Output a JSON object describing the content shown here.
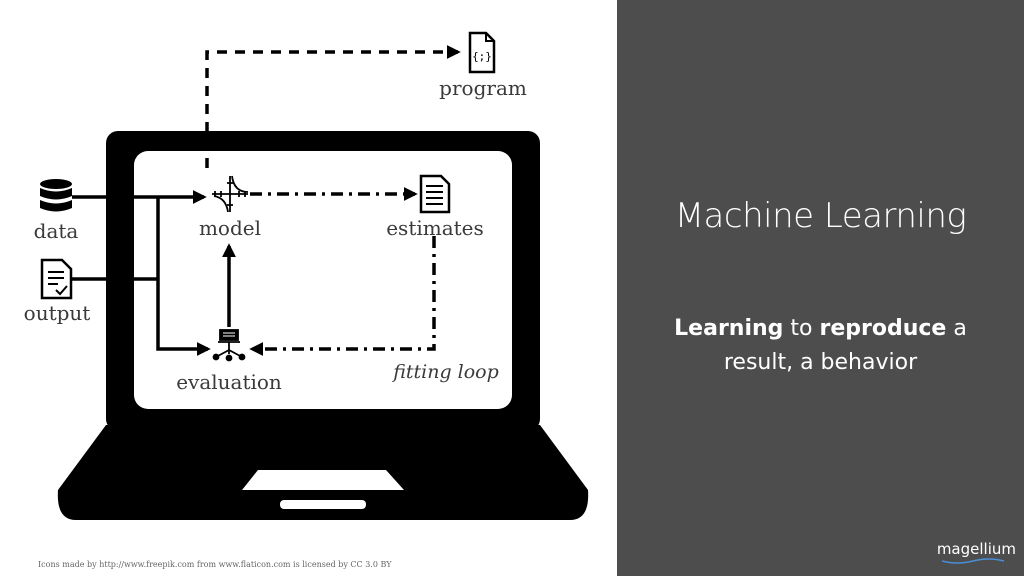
{
  "diagram": {
    "labels": {
      "program": "program",
      "data": "data",
      "output": "output",
      "model": "model",
      "estimates": "estimates",
      "evaluation": "evaluation",
      "fitting_loop": "fitting loop"
    },
    "program_icon_glyph": "{;}",
    "icons": [
      "database-icon",
      "document-check-icon",
      "document-code-icon",
      "document-lines-icon",
      "function-plot-icon",
      "evaluation-icon",
      "laptop-icon"
    ]
  },
  "panel": {
    "title": "Machine Learning",
    "text_bold_1": "Learning",
    "text_plain_1": " to ",
    "text_bold_2": "reproduce",
    "text_plain_2": " a",
    "text_line_2": "result, a behavior",
    "background": "#4d4d4d"
  },
  "brand": {
    "name": "magellium"
  },
  "credit": "Icons made by http://www.freepik.com from www.flaticon.com  is licensed by CC 3.0 BY"
}
